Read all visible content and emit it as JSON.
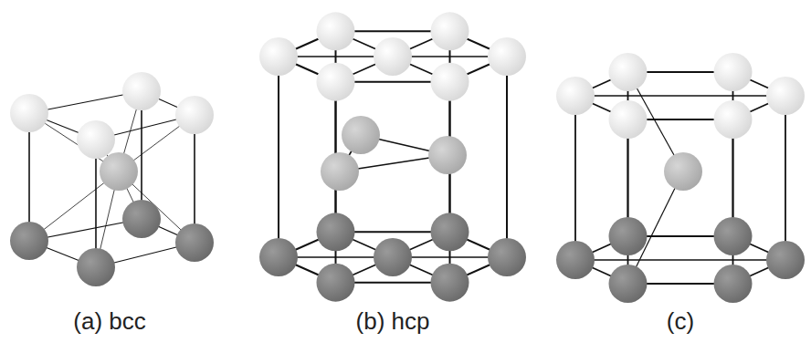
{
  "diagram": {
    "labels": [
      "(a) bcc",
      "(b) hcp",
      "(c)"
    ]
  }
}
